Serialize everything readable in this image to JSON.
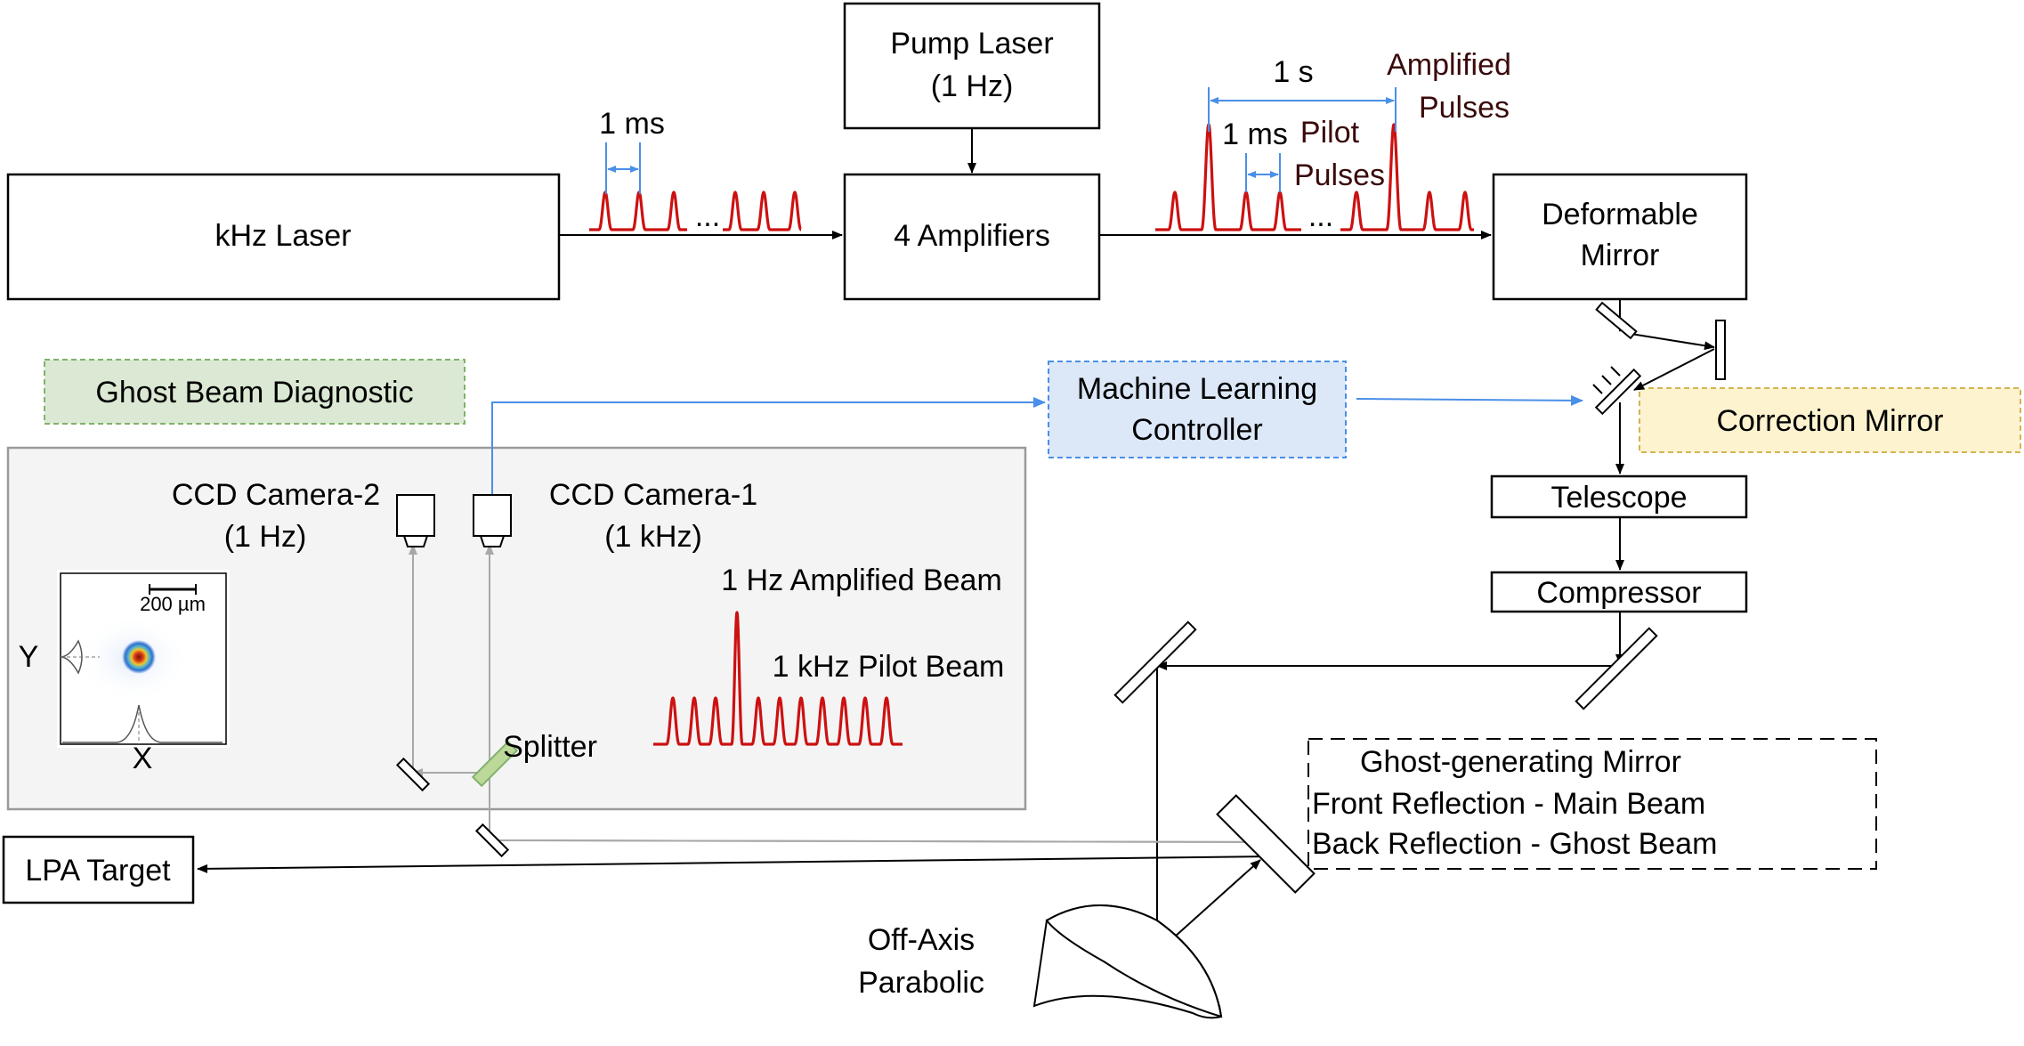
{
  "colors": {
    "pulse": "#cc1111",
    "accent_blue": "#4a8fe8",
    "ghost_fill": "#dbe9d4",
    "ghost_stroke": "#7fb26a",
    "controller_fill": "#dce8f8",
    "correction_fill": "#fdf3cf",
    "correction_stroke": "#d3b455",
    "enclosure_fill": "#f4f4f4",
    "enclosure_stroke": "#9a9a9a",
    "splitter_fill": "#bcd99a",
    "label_dark": "#3a0a0a"
  },
  "boxes": {
    "khz_laser": "kHz Laser",
    "pump_laser_line1": "Pump Laser",
    "pump_laser_line2": "(1 Hz)",
    "amplifiers": "4 Amplifiers",
    "deformable_line1": "Deformable",
    "deformable_line2": "Mirror",
    "telescope": "Telescope",
    "compressor": "Compressor",
    "lpa_target": "LPA Target",
    "ml_line1": "Machine Learning",
    "ml_line2": "Controller",
    "correction_mirror": "Correction Mirror",
    "ghost_beam_diagnostic": "Ghost Beam Diagnostic"
  },
  "pulse_labels": {
    "period_1ms_left": "1 ms",
    "dots_left": "...",
    "period_1s": "1 s",
    "amplified_line1": "Amplified",
    "amplified_line2": "Pulses",
    "period_1ms_right": "1 ms",
    "pilot_line1": "Pilot",
    "pilot_line2": "Pulses",
    "dots_right": "..."
  },
  "diagnostic": {
    "cam2_line1": "CCD Camera-2",
    "cam2_line2": "(1 Hz)",
    "cam1_line1": "CCD Camera-1",
    "cam1_line2": "(1 kHz)",
    "scale_bar": "200 µm",
    "axis_y": "Y",
    "axis_x": "X",
    "amplified_beam": "1 Hz Amplified Beam",
    "pilot_beam": "1 kHz Pilot Beam",
    "splitter": "Splitter"
  },
  "ghost_mirror": {
    "title": "Ghost-generating Mirror",
    "front": "Front Reflection - Main Beam",
    "back": "Back Reflection - Ghost Beam"
  },
  "oap": {
    "line1": "Off-Axis",
    "line2": "Parabolic"
  }
}
